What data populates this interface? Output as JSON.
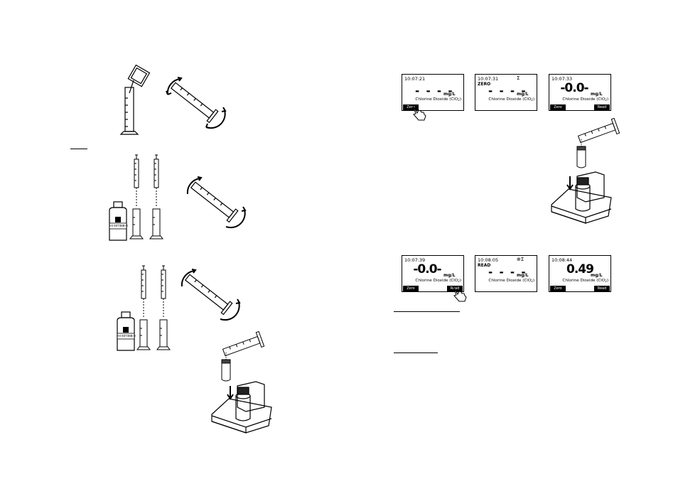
{
  "left_page": {
    "bottle_1_label": "HI 93738B-0",
    "bottle_2_label": "HI 93738B-0"
  },
  "right_page": {
    "screens_row1": [
      {
        "time": "10:07:21",
        "symbol": "",
        "mode": "",
        "reading": "- - - -",
        "unit": "mg/L",
        "parameter": "Chlorine Dioxide (ClO",
        "sub": "2",
        "close": ")",
        "left_key": "Zero",
        "right_key": ""
      },
      {
        "time": "10:07:31",
        "symbol": "Σ",
        "mode": "ZERO",
        "reading": "- - - -",
        "unit": "mg/L",
        "parameter": "Chlorine Dioxide (ClO",
        "sub": "2",
        "close": ")",
        "left_key": "",
        "right_key": ""
      },
      {
        "time": "10:07:33",
        "symbol": "",
        "mode": "",
        "reading": "-0.0-",
        "unit": "mg/L",
        "parameter": "Chlorine Dioxide (ClO",
        "sub": "2",
        "close": ")",
        "left_key": "Zero",
        "right_key": "Read"
      }
    ],
    "screens_row2": [
      {
        "time": "10:07:39",
        "symbol": "",
        "mode": "",
        "reading": "-0.0-",
        "unit": "mg/L",
        "parameter": "Chlorine Dioxide (ClO",
        "sub": "2",
        "close": ")",
        "left_key": "Zero",
        "right_key": "Read"
      },
      {
        "time": "10:08:05",
        "symbol": "⊕Σ",
        "mode": "READ",
        "reading": "- - - -",
        "unit": "mg/L",
        "parameter": "Chlorine Dioxide (ClO",
        "sub": "2",
        "close": ")",
        "left_key": "",
        "right_key": ""
      },
      {
        "time": "10:08:44",
        "symbol": "",
        "mode": "",
        "reading": "0.49",
        "unit": "mg/L",
        "parameter": "Chlorine Dioxide (ClO",
        "sub": "2",
        "close": ")",
        "left_key": "Zero",
        "right_key": "Read"
      }
    ]
  }
}
